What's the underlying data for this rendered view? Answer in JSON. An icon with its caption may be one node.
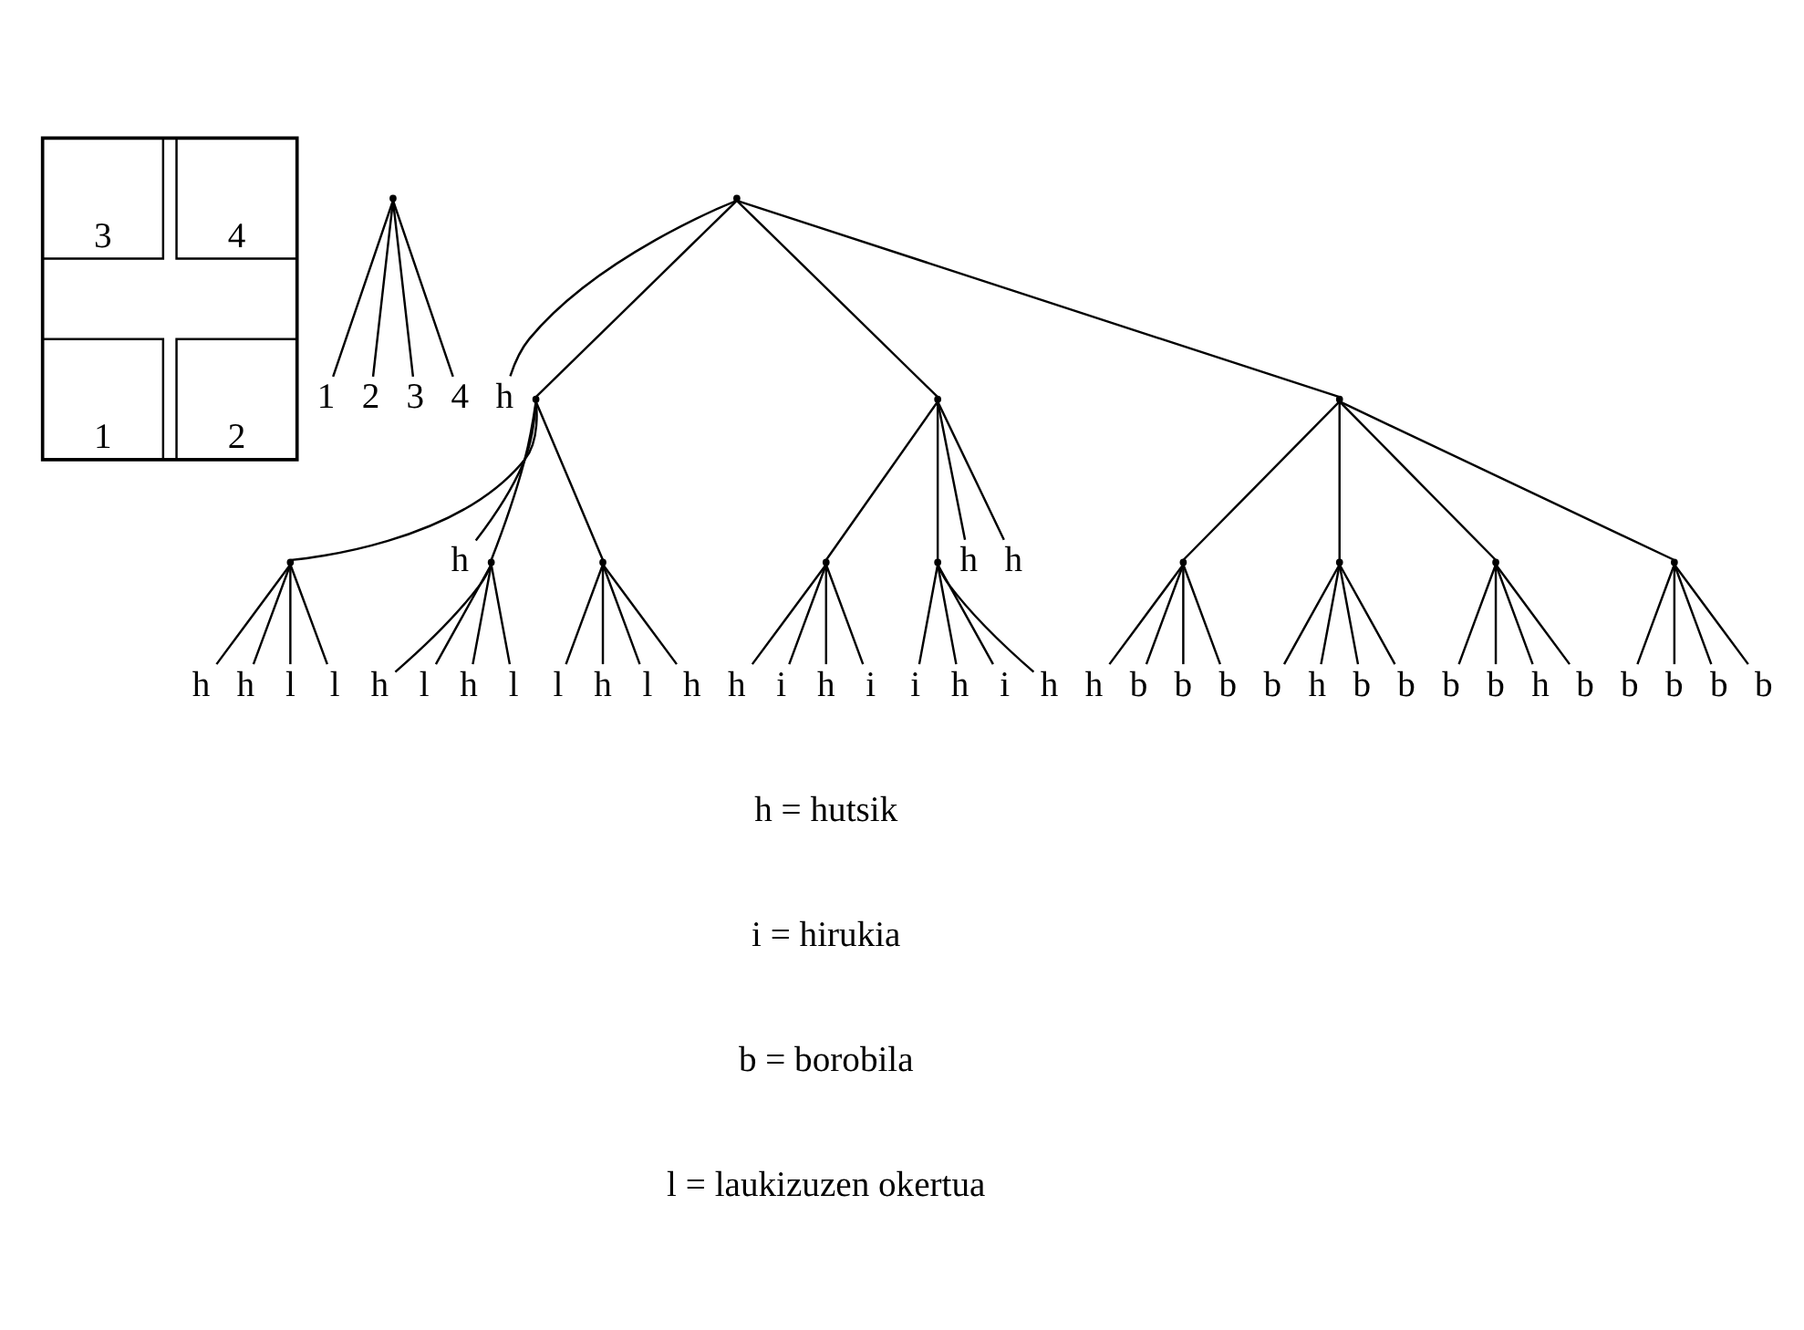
{
  "diagram": {
    "nodes": [
      {
        "text": [],
        "shape": "box"
      },
      {
        "text": [
          "3"
        ],
        "in": 0
      },
      {
        "text": [
          "4"
        ],
        "in": 0
      },
      {
        "text": [
          "1"
        ],
        "in": 0
      },
      {
        "text": [
          "2"
        ],
        "in": 0
      },
      {
        "text": [],
        "shape": "point"
      },
      {
        "text": [
          "1"
        ]
      },
      {
        "text": [
          "2"
        ]
      },
      {
        "text": [
          "3"
        ]
      },
      {
        "text": [
          "4"
        ]
      },
      {
        "text": [],
        "shape": "point"
      },
      {
        "text": [
          "h"
        ]
      },
      {
        "text": [],
        "shape": "point"
      },
      {
        "text": [],
        "shape": "point"
      },
      {
        "text": [],
        "shape": "point"
      },
      {
        "text": [],
        "shape": "point"
      },
      {
        "text": [
          "h"
        ]
      },
      {
        "text": [],
        "shape": "point"
      },
      {
        "text": [],
        "shape": "point"
      },
      {
        "text": [],
        "shape": "point"
      },
      {
        "text": [],
        "shape": "point"
      },
      {
        "text": [
          "h"
        ]
      },
      {
        "text": [
          "h"
        ]
      },
      {
        "text": [],
        "shape": "point"
      },
      {
        "text": [],
        "shape": "point"
      },
      {
        "text": [],
        "shape": "point"
      },
      {
        "text": [],
        "shape": "point"
      },
      {
        "text": [
          "h"
        ]
      },
      {
        "text": [
          "h"
        ]
      },
      {
        "text": [
          "l"
        ]
      },
      {
        "text": [
          "l"
        ]
      },
      {
        "text": [
          "h"
        ]
      },
      {
        "text": [
          "l"
        ]
      },
      {
        "text": [
          "h"
        ]
      },
      {
        "text": [
          "l"
        ]
      },
      {
        "text": [
          "l"
        ]
      },
      {
        "text": [
          "h"
        ]
      },
      {
        "text": [
          "l"
        ]
      },
      {
        "text": [
          "h"
        ]
      },
      {
        "text": [
          "h"
        ]
      },
      {
        "text": [
          "i"
        ]
      },
      {
        "text": [
          "h"
        ]
      },
      {
        "text": [
          "i"
        ]
      },
      {
        "text": [
          "i"
        ]
      },
      {
        "text": [
          "h"
        ]
      },
      {
        "text": [
          "i"
        ]
      },
      {
        "text": [
          "h"
        ]
      },
      {
        "text": [
          "h"
        ]
      },
      {
        "text": [
          "b"
        ]
      },
      {
        "text": [
          "b"
        ]
      },
      {
        "text": [
          "b"
        ]
      },
      {
        "text": [
          "b"
        ]
      },
      {
        "text": [
          "h"
        ]
      },
      {
        "text": [
          "b"
        ]
      },
      {
        "text": [
          "b"
        ]
      },
      {
        "text": [
          "b"
        ]
      },
      {
        "text": [
          "b"
        ]
      },
      {
        "text": [
          "h"
        ]
      },
      {
        "text": [
          "b"
        ]
      },
      {
        "text": [
          "b"
        ]
      },
      {
        "text": [
          "b"
        ]
      },
      {
        "text": [
          "b"
        ]
      },
      {
        "text": [
          "b"
        ]
      }
    ],
    "edges": [
      {
        "from": 5,
        "to": 6,
        "arrow": "none"
      },
      {
        "from": 5,
        "to": 7,
        "arrow": "none"
      },
      {
        "from": 5,
        "to": 8,
        "arrow": "none"
      },
      {
        "from": 5,
        "to": 9,
        "arrow": "none"
      },
      {
        "from": 10,
        "to": 11,
        "arrow": "none"
      },
      {
        "from": 10,
        "to": 12,
        "arrow": "none"
      },
      {
        "from": 10,
        "to": 13,
        "arrow": "none"
      },
      {
        "from": 10,
        "to": 14,
        "arrow": "none"
      },
      {
        "from": 12,
        "to": 15,
        "arrow": "none"
      },
      {
        "from": 12,
        "to": 16,
        "arrow": "none"
      },
      {
        "from": 12,
        "to": 17,
        "arrow": "none"
      },
      {
        "from": 12,
        "to": 18,
        "arrow": "none"
      },
      {
        "from": 13,
        "to": 19,
        "arrow": "none"
      },
      {
        "from": 13,
        "to": 20,
        "arrow": "none"
      },
      {
        "from": 13,
        "to": 21,
        "arrow": "none"
      },
      {
        "from": 13,
        "to": 22,
        "arrow": "none"
      },
      {
        "from": 14,
        "to": 23,
        "arrow": "none"
      },
      {
        "from": 14,
        "to": 24,
        "arrow": "none"
      },
      {
        "from": 14,
        "to": 25,
        "arrow": "none"
      },
      {
        "from": 14,
        "to": 26,
        "arrow": "none"
      },
      {
        "from": 15,
        "to": 27,
        "arrow": "none"
      },
      {
        "from": 15,
        "to": 28,
        "arrow": "none"
      },
      {
        "from": 15,
        "to": 29,
        "arrow": "none"
      },
      {
        "from": 15,
        "to": 30,
        "arrow": "none"
      },
      {
        "from": 17,
        "to": 31,
        "arrow": "none"
      },
      {
        "from": 17,
        "to": 32,
        "arrow": "none"
      },
      {
        "from": 17,
        "to": 33,
        "arrow": "none"
      },
      {
        "from": 17,
        "to": 34,
        "arrow": "none"
      },
      {
        "from": 18,
        "to": 35,
        "arrow": "none"
      },
      {
        "from": 18,
        "to": 36,
        "arrow": "none"
      },
      {
        "from": 18,
        "to": 37,
        "arrow": "none"
      },
      {
        "from": 18,
        "to": 38,
        "arrow": "none"
      },
      {
        "from": 19,
        "to": 39,
        "arrow": "none"
      },
      {
        "from": 19,
        "to": 40,
        "arrow": "none"
      },
      {
        "from": 19,
        "to": 41,
        "arrow": "none"
      },
      {
        "from": 19,
        "to": 42,
        "arrow": "none"
      },
      {
        "from": 20,
        "to": 43,
        "arrow": "none"
      },
      {
        "from": 20,
        "to": 44,
        "arrow": "none"
      },
      {
        "from": 20,
        "to": 45,
        "arrow": "none"
      },
      {
        "from": 20,
        "to": 46,
        "arrow": "none"
      },
      {
        "from": 23,
        "to": 47,
        "arrow": "none"
      },
      {
        "from": 23,
        "to": 48,
        "arrow": "none"
      },
      {
        "from": 23,
        "to": 49,
        "arrow": "none"
      },
      {
        "from": 23,
        "to": 50,
        "arrow": "none"
      },
      {
        "from": 24,
        "to": 51,
        "arrow": "none"
      },
      {
        "from": 24,
        "to": 52,
        "arrow": "none"
      },
      {
        "from": 24,
        "to": 53,
        "arrow": "none"
      },
      {
        "from": 24,
        "to": 54,
        "arrow": "none"
      },
      {
        "from": 25,
        "to": 55,
        "arrow": "none"
      },
      {
        "from": 25,
        "to": 56,
        "arrow": "none"
      },
      {
        "from": 25,
        "to": 57,
        "arrow": "none"
      },
      {
        "from": 25,
        "to": 58,
        "arrow": "none"
      },
      {
        "from": 26,
        "to": 59,
        "arrow": "none"
      },
      {
        "from": 26,
        "to": 60,
        "arrow": "none"
      },
      {
        "from": 26,
        "to": 61,
        "arrow": "none"
      },
      {
        "from": 26,
        "to": 62,
        "arrow": "none"
      }
    ],
    "labels": [
      "h = hutsik",
      "i = hirukia",
      "b = borobila",
      "l = laukizuzen okertua"
    ]
  }
}
